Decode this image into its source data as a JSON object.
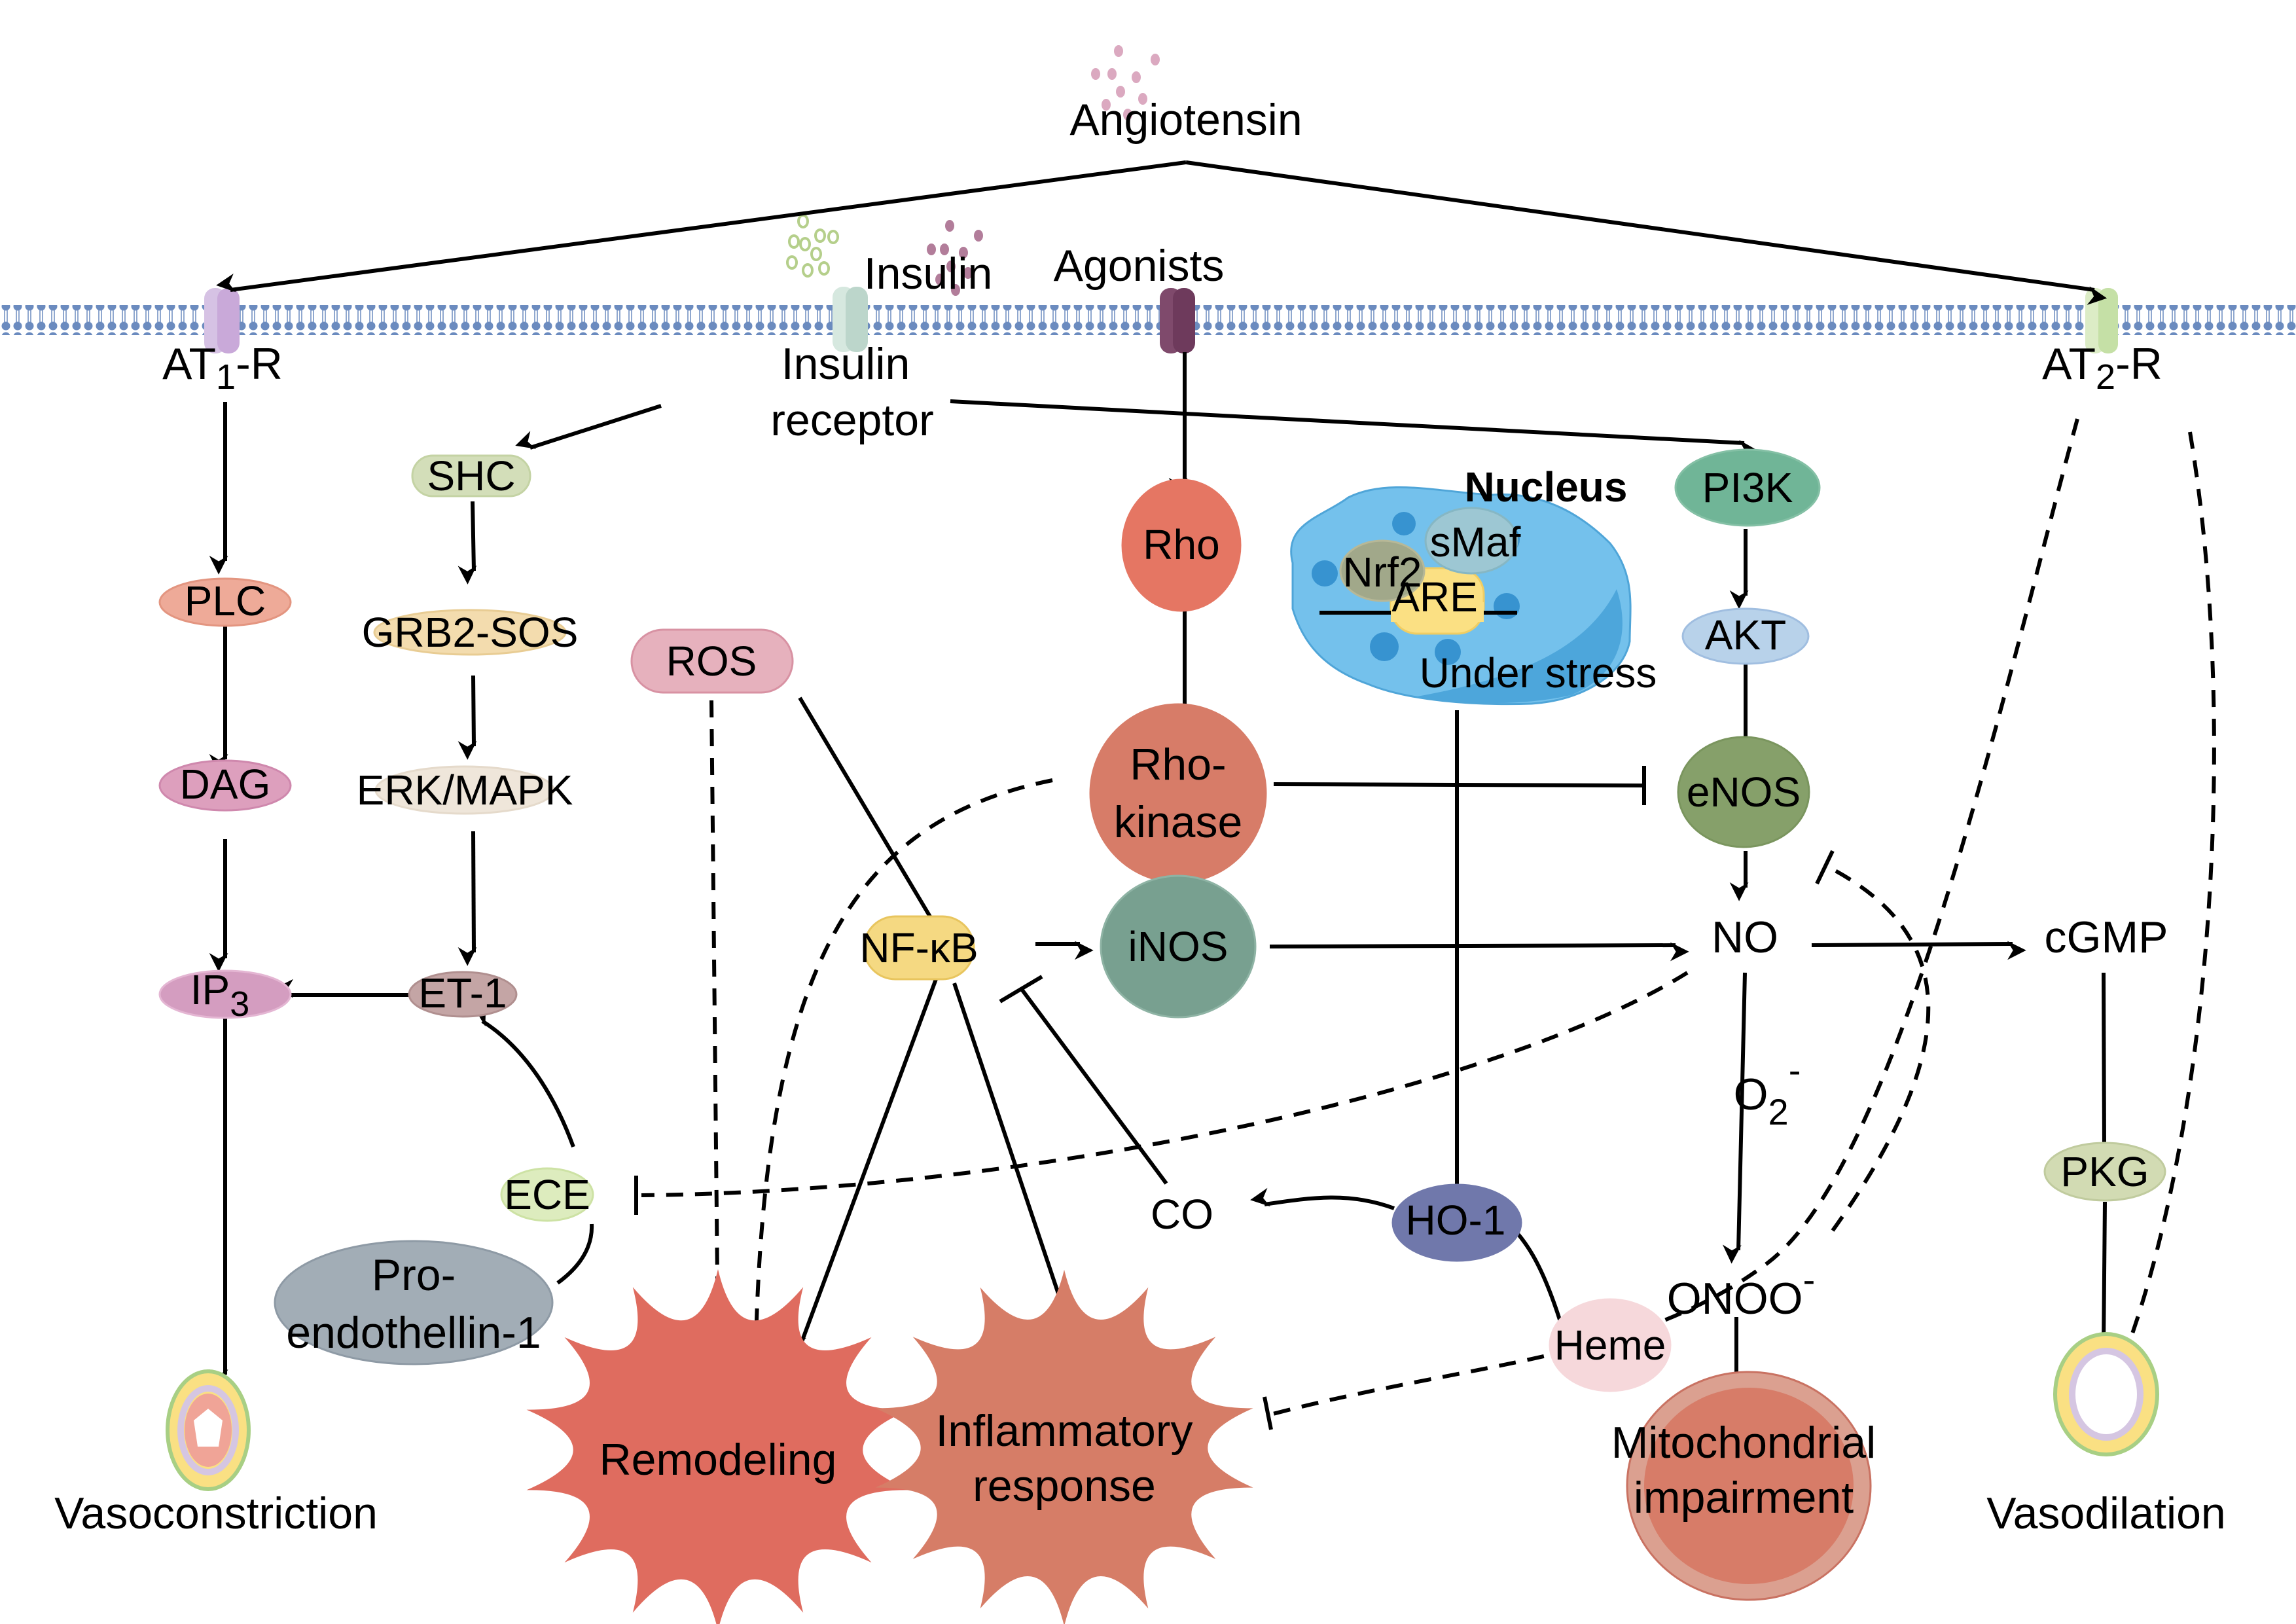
{
  "title": "Angiotensin, insulin and agonist signaling pathways in vascular tone",
  "ligands": {
    "angiotensin": "Angiotensin",
    "insulin": "Insulin",
    "agonists": "Agonists"
  },
  "receptors": {
    "at1r": {
      "prefix": "AT",
      "sub": "1",
      "suffix": "-R"
    },
    "insulin_receptor": {
      "line1": "Insulin",
      "line2": "receptor"
    },
    "at2r": {
      "prefix": "AT",
      "sub": "2",
      "suffix": "-R"
    }
  },
  "nodes": {
    "plc": "PLC",
    "dag": "DAG",
    "ip3": {
      "main": "IP",
      "sub": "3"
    },
    "shc": "SHC",
    "grb2_sos": "GRB2-SOS",
    "erk_mapk": "ERK/MAPK",
    "et1": "ET-1",
    "ece": "ECE",
    "pro_endothelin": {
      "line1": "Pro-",
      "line2": "endothellin-1"
    },
    "ros": "ROS",
    "rho": "Rho",
    "rho_kinase": {
      "line1": "Rho-",
      "line2": "kinase"
    },
    "nfkb": "NF-κB",
    "inos": "iNOS",
    "co": "CO",
    "ho1": "HO-1",
    "heme": "Heme",
    "nucleus": {
      "title": "Nucleus",
      "smaf": "sMaf",
      "nrf2": "Nrf2",
      "are": "ARE",
      "caption": "Under stress"
    },
    "pi3k": "PI3K",
    "akt": "AKT",
    "enos": "eNOS",
    "no": "NO",
    "o2": {
      "main": "O",
      "sub": "2",
      "sup": "-"
    },
    "onoo": {
      "main": "ONOO",
      "sup": "-"
    },
    "cgmp": "cGMP",
    "pkg": "PKG"
  },
  "outcomes": {
    "vasoconstriction": "Vasoconstriction",
    "remodeling": "Remodeling",
    "inflammatory": {
      "line1": "Inflammatory",
      "line2": "response"
    },
    "mitochondrial": {
      "line1": "Mitochondrial",
      "line2": "impairment"
    },
    "vasodilation": "Vasodilation"
  },
  "colors": {
    "membrane": "#6b8bbf",
    "at1r": "#c9a9d9",
    "insulin_receptor": "#c9e0d6",
    "agonist_receptor": "#6e3a5c",
    "at2r": "#cfe6b4",
    "plc": "#eeaa98",
    "dag": "#dd9fbd",
    "ip3": "#d49dc0",
    "shc": "#d3deb9",
    "grb2_sos": "#f3dcae",
    "erk_mapk": "#efe6da",
    "et1": "#c4a5a5",
    "ece": "#ddecbe",
    "pro_endothelin": "#a2adb6",
    "ros": "#e6b1bd",
    "rho": "#e57663",
    "rho_kinase": "#d77c68",
    "nfkb": "#f5d982",
    "inos": "#78a090",
    "ho1": "#7078ab",
    "heme": "#f6d8db",
    "nucleus": "#74c1ec",
    "pi3k": "#70b597",
    "akt": "#b8d2ea",
    "enos": "#86a06a",
    "pkg": "#d2dbb3",
    "remodeling": "#df6c5f",
    "inflammatory": "#d67d67",
    "mitochondria": "#d98877",
    "angiotensin_dot": "#dba9c0",
    "insulin_dot": "#b5cf8b",
    "agonist_dot": "#b27d9a"
  }
}
